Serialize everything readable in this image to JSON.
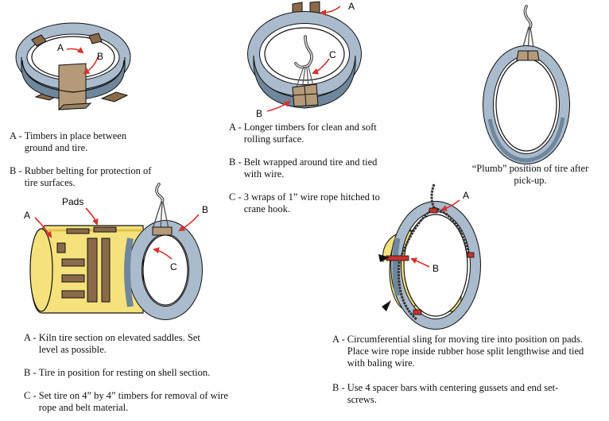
{
  "colors": {
    "ring": "#a9bbcc",
    "ring_dark": "#6f879c",
    "kiln": "#f6e27c",
    "kiln_dark": "#e0c24a",
    "timber": "#b49a78",
    "wood": "#8a6a4a",
    "arrow": "#d6312b"
  },
  "fig1": {
    "labels": {
      "a": "A",
      "b": "B"
    },
    "captions": [
      {
        "key": "A - ",
        "text": "Timbers in place between ground and tire."
      },
      {
        "key": "B - ",
        "text": "Rubber belting for protection of tire surfaces."
      }
    ]
  },
  "fig2": {
    "labels": {
      "a": "A",
      "b": "B",
      "c": "C"
    },
    "captions": [
      {
        "key": "A - ",
        "text": "Longer timbers for clean and soft rolling surface."
      },
      {
        "key": "B - ",
        "text": "Belt wrapped around tire and tied with wire."
      },
      {
        "key": "C - ",
        "text": "3 wraps of 1” wire rope hitched to crane hook."
      }
    ]
  },
  "fig3": {
    "caption": "“Plumb” position of tire after pick-up."
  },
  "fig4": {
    "labels": {
      "pads": "Pads",
      "a": "A",
      "b": "B",
      "c": "C"
    },
    "captions": [
      {
        "key": "A - ",
        "text": "Kiln tire section on elevated saddles. Set level as possible."
      },
      {
        "key": "B - ",
        "text": "Tire in position for resting on shell section."
      },
      {
        "key": "C - ",
        "text": "Set tire on 4” by 4” timbers for removal of wire rope and belt material."
      }
    ]
  },
  "fig5": {
    "labels": {
      "a": "A",
      "b": "B"
    },
    "captions": [
      {
        "key": "A - ",
        "text": "Circumferential sling for moving tire into position on pads. Place wire rope inside rubber hose split lengthwise and tied with baling wire."
      },
      {
        "key": "B - ",
        "text": "Use 4 spacer bars with centering gussets and end set-screws."
      }
    ]
  }
}
